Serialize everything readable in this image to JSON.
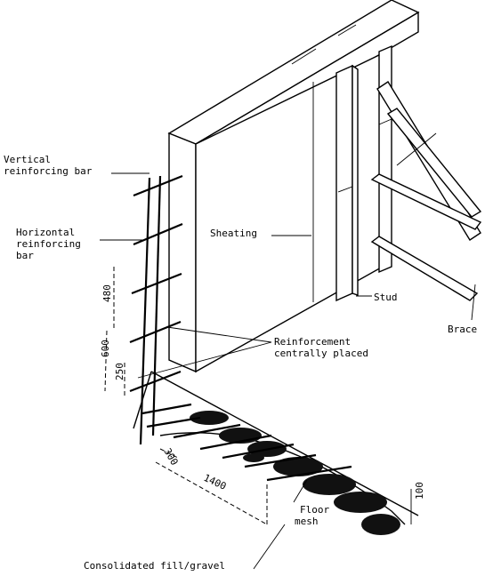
{
  "labels": {
    "vertical_bar": [
      "Vertical",
      "reinforcing bar"
    ],
    "horizontal_bar": [
      "Horizontal",
      "reinforcing",
      "bar"
    ],
    "sheating": "Sheating",
    "stud": "Stud",
    "brace": "Brace",
    "reinforcement": [
      "Reinforcement",
      "centrally placed"
    ],
    "floor_mesh": [
      "Floor",
      "mesh"
    ],
    "fill": "Consolidated fill/gravel"
  },
  "dimensions": {
    "d480": "480",
    "d600": "600",
    "d250": "250",
    "d300": "300",
    "d1400": "1400",
    "d100": "100"
  }
}
